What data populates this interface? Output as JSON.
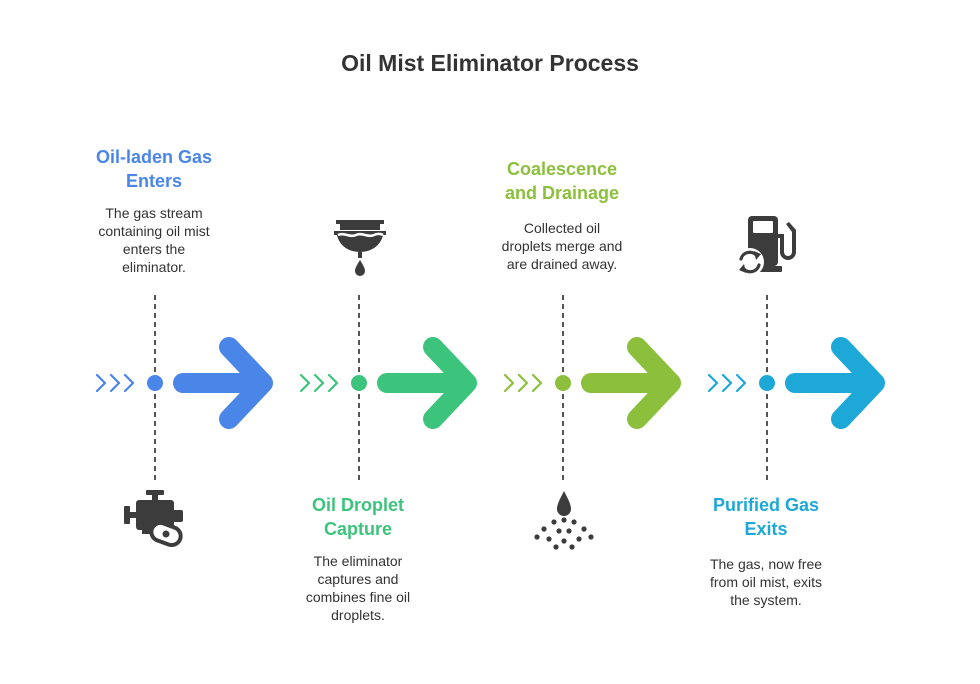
{
  "title": "Oil Mist Eliminator Process",
  "colors": {
    "text": "#333333",
    "dashes": "#555555",
    "icon": "#3c3c3c"
  },
  "steps": [
    {
      "title_lines": [
        "Oil-laden Gas",
        "Enters"
      ],
      "desc_lines": [
        "The gas stream",
        "containing oil mist",
        "enters the",
        "eliminator."
      ],
      "color": "#4a86e8",
      "icon": "engine-icon"
    },
    {
      "title_lines": [
        "Oil Droplet",
        "Capture"
      ],
      "desc_lines": [
        "The eliminator",
        "captures and",
        "combines fine oil",
        "droplets."
      ],
      "color": "#3cc47c",
      "icon": "oil-filter-icon"
    },
    {
      "title_lines": [
        "Coalescence",
        "and Drainage"
      ],
      "desc_lines": [
        "Collected oil",
        "droplets merge and",
        "are drained away."
      ],
      "color": "#8cc03c",
      "icon": "oil-drop-icon"
    },
    {
      "title_lines": [
        "Purified Gas",
        "Exits"
      ],
      "desc_lines": [
        "The gas, now free",
        "from oil mist, exits",
        "the system."
      ],
      "color": "#1ea8d8",
      "icon": "fuel-pump-refresh-icon"
    }
  ]
}
